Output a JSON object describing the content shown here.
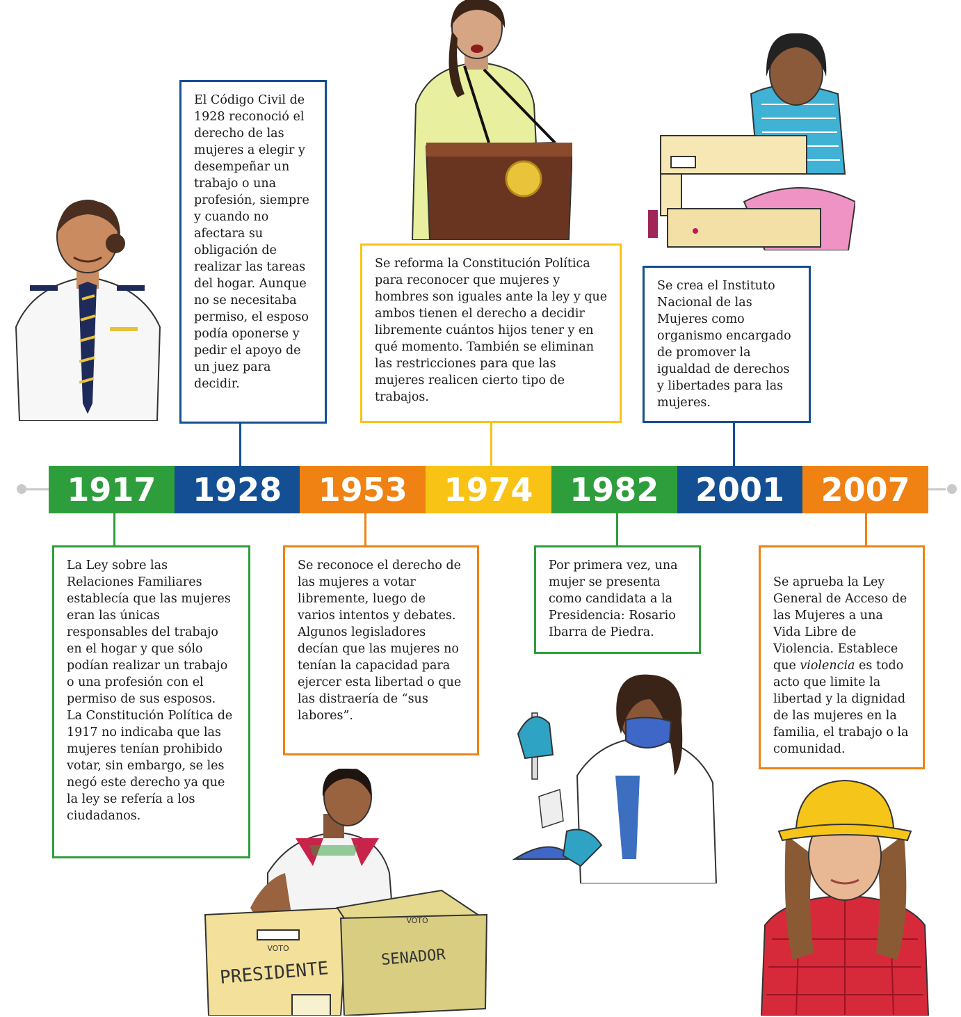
{
  "colors": {
    "green": "#2e9e3c",
    "blue": "#144f93",
    "orange": "#ef8212",
    "yellow": "#f9c315"
  },
  "years": [
    {
      "label": "1917",
      "color": "#2e9e3c"
    },
    {
      "label": "1928",
      "color": "#144f93"
    },
    {
      "label": "1953",
      "color": "#ef8212"
    },
    {
      "label": "1974",
      "color": "#f9c315"
    },
    {
      "label": "1982",
      "color": "#2e9e3c"
    },
    {
      "label": "2001",
      "color": "#144f93"
    },
    {
      "label": "2007",
      "color": "#ef8212"
    }
  ],
  "events": {
    "e1917": "La Ley sobre las Relaciones Familiares establecía que las mujeres eran las únicas responsables del trabajo en el hogar y que sólo podían realizar un trabajo o una profesión con el permiso de sus esposos.\n      La Constitución Política de 1917 no indicaba que las mujeres tenían prohibido votar, sin embargo, se les negó este derecho ya que la ley se refería a los ciudadanos.",
    "e1928": "El Código Civil de 1928 reconoció el derecho de las mujeres a elegir y desempeñar un trabajo o una profesión, siempre y cuando no afectara su obligación de realizar las tareas del hogar. Aunque no se necesitaba permiso, el esposo podía oponerse y pedir el apoyo de un juez para decidir.",
    "e1953": "Se reconoce el derecho de las mujeres a votar libremente, luego de varios intentos y debates. Algunos legisladores decían que las mujeres no tenían la capacidad para ejercer esta libertad o que las distraería de “sus labores”.",
    "e1974": "Se reforma la Constitución Política para reconocer que mujeres y hombres son iguales ante la ley y que ambos tienen el derecho a decidir libremente cuántos hijos tener y en qué momento. También se eliminan las restricciones para que las mujeres realicen cierto tipo de trabajos.",
    "e1982": "Por primera vez, una mujer se presenta como candidata a la Presidencia: Rosario Ibarra de Piedra.",
    "e2001": "Se crea el Instituto Nacional de las Mujeres como organismo encargado de promover la igualdad de derechos y libertades para las mujeres.",
    "e2007_pre": "Se aprueba la Ley General de Acceso de las Mujeres a una Vida Libre de Violencia. Establece que ",
    "e2007_em": "violencia",
    "e2007_post": " es todo acto que limite la libertad y la dignidad de las mujeres en la familia, el trabajo o la comunidad."
  },
  "ballot": {
    "box1_label": "PRESIDENTE",
    "box2_label": "SENADOR",
    "slot1_label": "VOTO",
    "slot2_label": "VOTO"
  }
}
